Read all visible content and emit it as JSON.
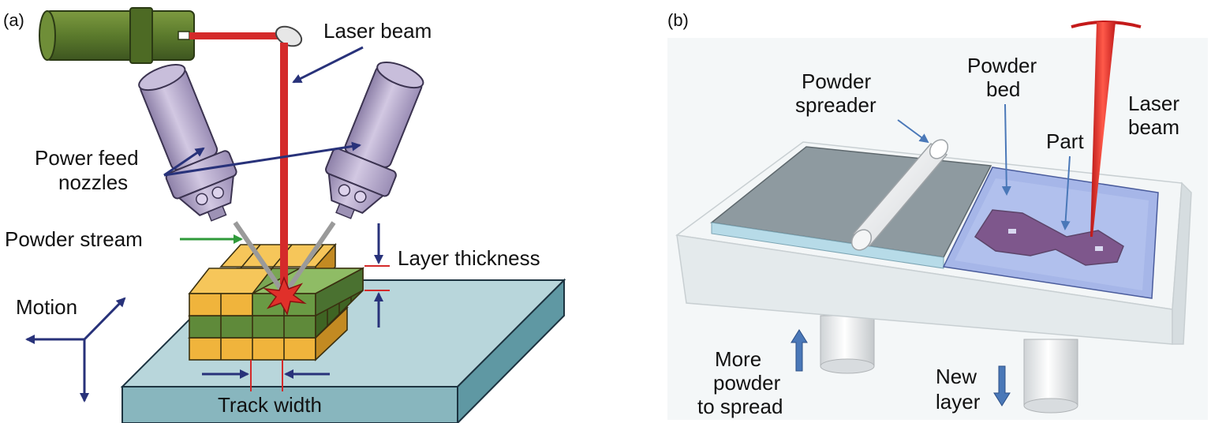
{
  "panel_a": {
    "tag": "(a)",
    "laser_beam": "Laser beam",
    "nozzles_line1": "Power feed",
    "nozzles_line2": "nozzles",
    "powder_stream": "Powder stream",
    "layer_thickness": "Layer thickness",
    "motion": "Motion",
    "track_width": "Track width"
  },
  "panel_b": {
    "tag": "(b)",
    "spreader_line1": "Powder",
    "spreader_line2": "spreader",
    "bed_line1": "Powder",
    "bed_line2": "bed",
    "part": "Part",
    "laser_line1": "Laser",
    "laser_line2": "beam",
    "more_line1": "More",
    "more_line2": "powder",
    "more_line3": "to spread",
    "new_line1": "New",
    "new_line2": "layer"
  },
  "colors": {
    "laser": "#d42a2a",
    "nozzle": "#b3a6c9",
    "gun": "#5b7a2c",
    "block_yellow": "#f0b43c",
    "block_green": "#5f8a3a",
    "substrate": "#a8cdd4",
    "arrow_navy": "#28327a",
    "arrow_green": "#2f9a3a",
    "powder_bed": "#9fb0e0",
    "spreader_plate": "#8e9aa0",
    "machine_body": "#eef2f3",
    "part": "#7a4f84",
    "arrow_blue": "#4a78b8"
  }
}
